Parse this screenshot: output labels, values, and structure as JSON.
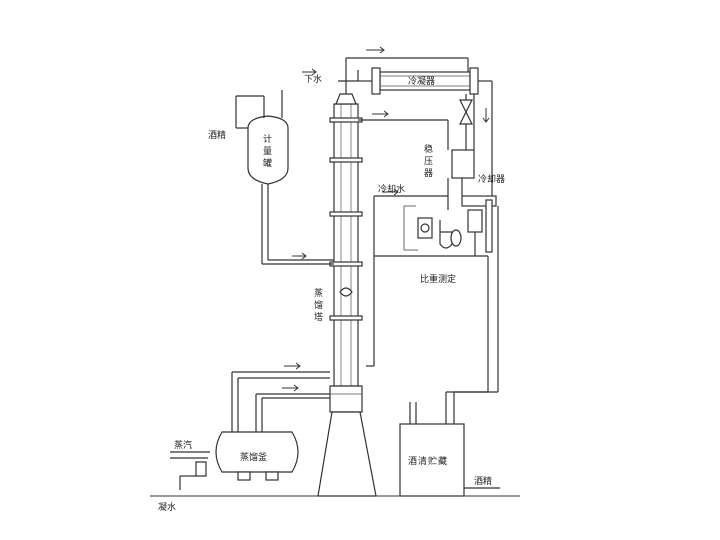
{
  "labels": {
    "outlet_water": "下水",
    "condenser": "冷凝器",
    "alcohol_in": "酒精",
    "metering_tank": [
      "计",
      "量",
      "罐"
    ],
    "stabilizer": [
      "稳",
      "压",
      "器"
    ],
    "cooler": "冷却器",
    "cooling_water": "冷却水",
    "density_test": "比重测定",
    "column": [
      "蒸",
      "馏",
      "塔"
    ],
    "steam": "蒸汽",
    "still": "蒸馏釜",
    "condensate": "凝水",
    "storage": [
      "酒",
      "清",
      "贮",
      "藏"
    ],
    "alcohol_out": "酒精"
  }
}
